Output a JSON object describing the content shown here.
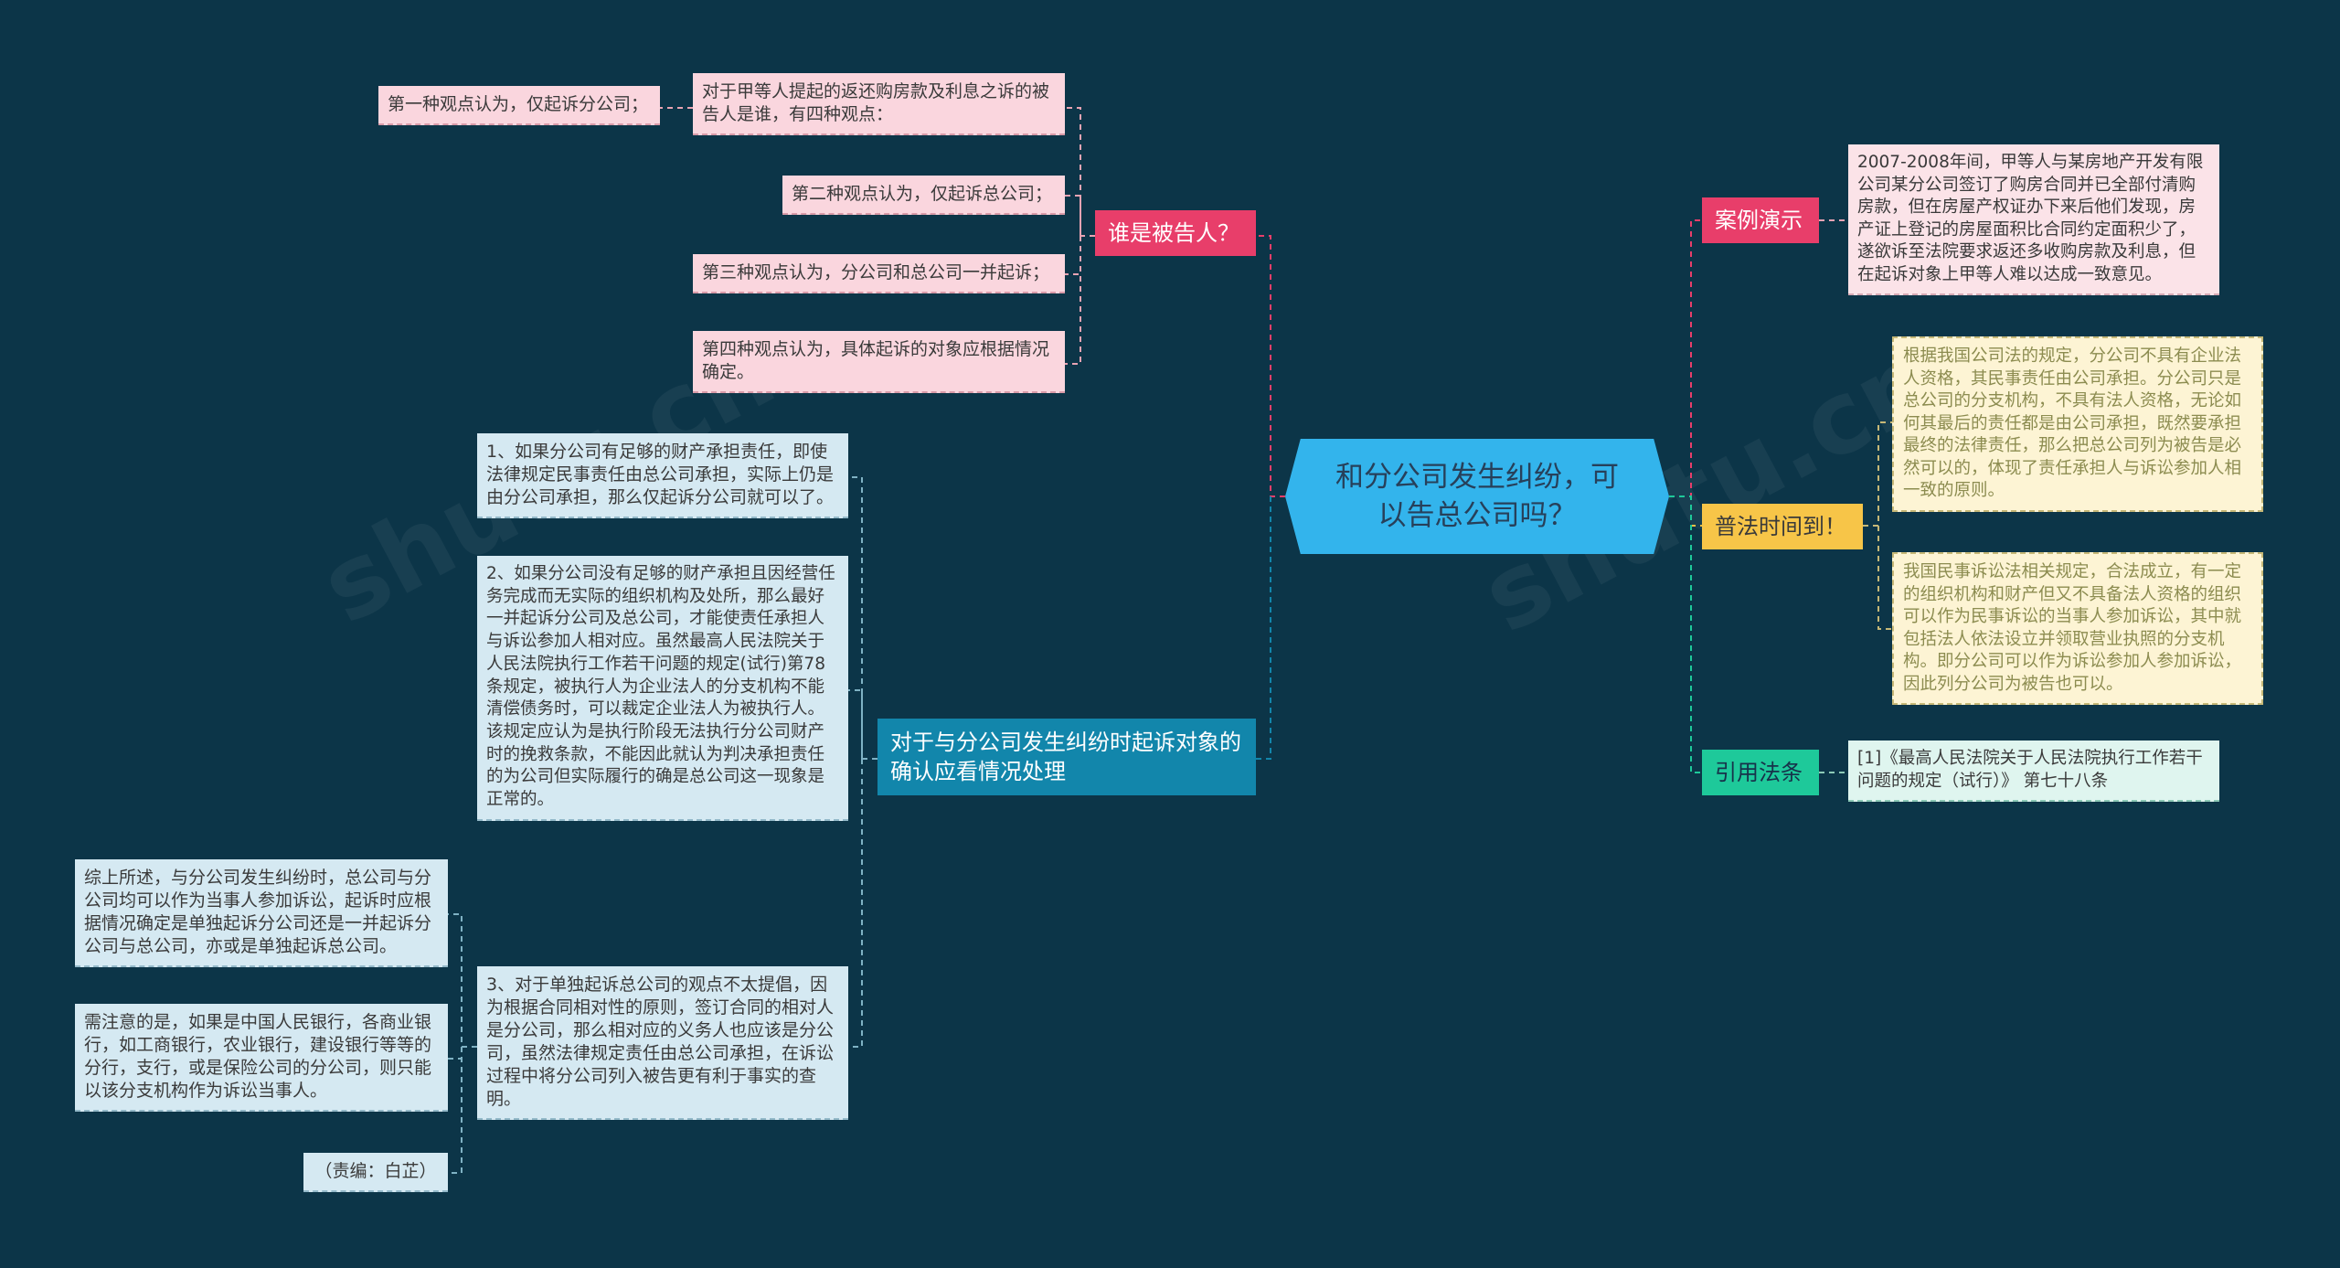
{
  "root": {
    "title": "和分公司发生纠纷，可以告总公司吗？"
  },
  "left_top": {
    "label": "谁是被告人？",
    "intro": "对于甲等人提起的返还购房款及利息之诉的被告人是谁，有四种观点：",
    "views": [
      "第一种观点认为，仅起诉分公司；",
      "第二种观点认为，仅起诉总公司；",
      "第三种观点认为，分公司和总公司一并起诉；",
      "第四种观点认为，具体起诉的对象应根据情况确定。"
    ]
  },
  "left_bottom": {
    "label": "对于与分公司发生纠纷时起诉对象的确认应看情况处理",
    "points": [
      "1、如果分公司有足够的财产承担责任，即使法律规定民事责任由总公司承担，实际上仍是由分公司承担，那么仅起诉分公司就可以了。",
      "2、如果分公司没有足够的财产承担且因经营任务完成而无实际的组织机构及处所，那么最好一并起诉分公司及总公司，才能使责任承担人与诉讼参加人相对应。虽然最高人民法院关于人民法院执行工作若干问题的规定(试行)第78条规定，被执行人为企业法人的分支机构不能清偿债务时，可以裁定企业法人为被执行人。该规定应认为是执行阶段无法执行分公司财产时的挽救条款，不能因此就认为判决承担责任的为公司但实际履行的确是总公司这一现象是正常的。",
      "3、对于单独起诉总公司的观点不太提倡，因为根据合同相对性的原则，签订合同的相对人是分公司，那么相对应的义务人也应该是分公司，虽然法律规定责任由总公司承担，在诉讼过程中将分公司列入被告更有利于事实的查明。"
    ],
    "notes": [
      "综上所述，与分公司发生纠纷时，总公司与分公司均可以作为当事人参加诉讼，起诉时应根据情况确定是单独起诉分公司还是一并起诉分公司与总公司，亦或是单独起诉总公司。",
      "需注意的是，如果是中国人民银行，各商业银行，如工商银行，农业银行，建设银行等等的分行，支行，或是保险公司的分公司，则只能以该分支机构作为诉讼当事人。",
      "（责编：白芷）"
    ]
  },
  "right": {
    "case": {
      "label": "案例演示",
      "text": "2007-2008年间，甲等人与某房地产开发有限公司某分公司签订了购房合同并已全部付清购房款，但在房屋产权证办下来后他们发现，房产证上登记的房屋面积比合同约定面积少了，遂欲诉至法院要求返还多收购房款及利息，但在起诉对象上甲等人难以达成一致意见。"
    },
    "law": {
      "label": "普法时间到！",
      "texts": [
        "根据我国公司法的规定，分公司不具有企业法人资格，其民事责任由公司承担。分公司只是总公司的分支机构，不具有法人资格，无论如何其最后的责任都是由公司承担，既然要承担最终的法律责任，那么把总公司列为被告是必然可以的，体现了责任承担人与诉讼参加人相一致的原则。",
        "我国民事诉讼法相关规定，合法成立，有一定的组织机构和财产但又不具备法人资格的组织可以作为民事诉讼的当事人参加诉讼，其中就包括法人依法设立并领取营业执照的分支机构。即分公司可以作为诉讼参加人参加诉讼，因此列分公司为被告也可以。"
      ]
    },
    "cite": {
      "label": "引用法条",
      "text": "[1]《最高人民法院关于人民法院执行工作若干问题的规定（试行）》 第七十八条"
    }
  },
  "colors": {
    "background": "#0c3548",
    "root": "#33b4ec",
    "case_branch": "#e83e6a",
    "law_branch": "#f7c548",
    "cite_branch": "#1ec99a",
    "who_branch": "#e83e6a",
    "handle_branch": "#1286ab"
  }
}
